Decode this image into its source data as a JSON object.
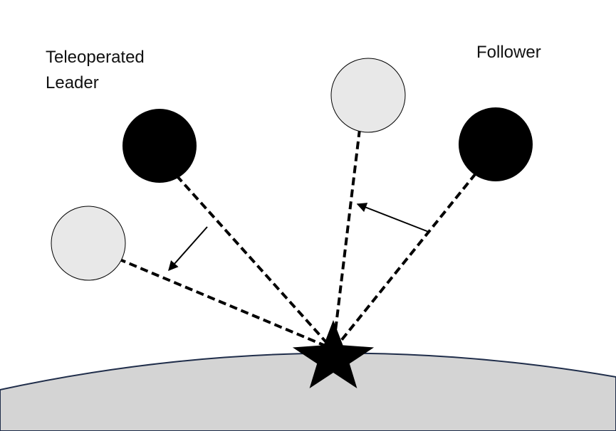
{
  "labels": {
    "leader_line1": "Teleoperated",
    "leader_line2": "Leader",
    "follower": "Follower"
  },
  "colors": {
    "ground_fill": "#d4d4d4",
    "ground_stroke": "#1f2d4a",
    "robot_current": "#000000",
    "robot_target": "#e8e8e8",
    "line": "#000000"
  },
  "icons": {
    "target_point": "star-icon",
    "motion_direction": "arrow-icon"
  }
}
